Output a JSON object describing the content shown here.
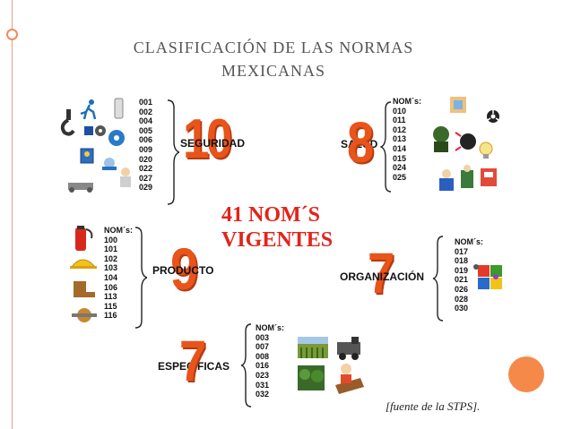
{
  "slide": {
    "title_line1": "CLASIFICACIÓN  DE LAS NORMAS",
    "title_line2": "MEXICANAS",
    "center_line1": "41 NOM´S",
    "center_line2": "VIGENTES",
    "source": "[fuente de la STPS]."
  },
  "groups": {
    "seguridad": {
      "count": "10",
      "label": "SEGURIDAD",
      "header": "",
      "codes": [
        "001",
        "002",
        "004",
        "005",
        "006",
        "009",
        "020",
        "022",
        "027",
        "029"
      ]
    },
    "salud": {
      "count": "8",
      "label": "SALUD",
      "header": "NOM´s:",
      "codes": [
        "010",
        "011",
        "012",
        "013",
        "014",
        "015",
        "024",
        "025"
      ]
    },
    "producto": {
      "count": "9",
      "label": "PRODUCTO",
      "header": "NOM´s:",
      "codes": [
        "100",
        "101",
        "102",
        "103",
        "104",
        "106",
        "113",
        "115",
        "116"
      ]
    },
    "organizacion": {
      "count": "7",
      "label": "ORGANIZACIÓN",
      "header": "NOM´s:",
      "codes": [
        "017",
        "018",
        "019",
        "021",
        "026",
        "028",
        "030"
      ]
    },
    "especificas": {
      "count": "7",
      "label": "ESPECIFICAS",
      "header": "NOM´s:",
      "codes": [
        "003",
        "007",
        "008",
        "016",
        "023",
        "031",
        "032"
      ]
    }
  },
  "colors": {
    "accent_orange": "#e8541a",
    "title_red": "#e2241a",
    "decor_dot": "#f5894a"
  }
}
